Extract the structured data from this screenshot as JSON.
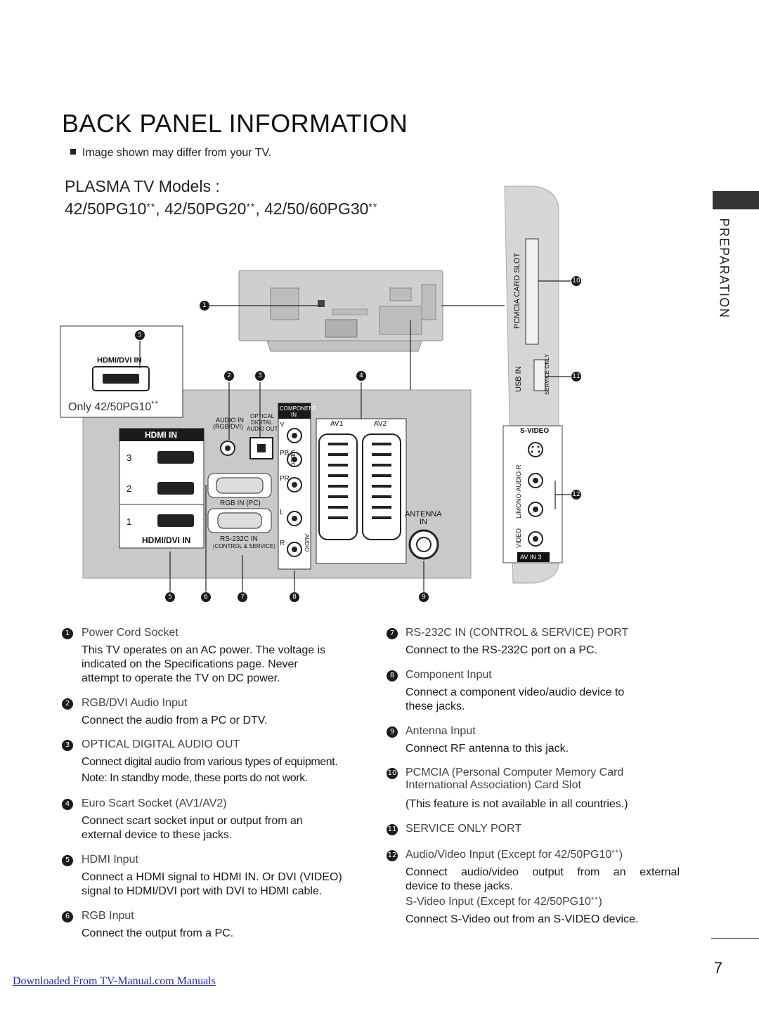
{
  "page_title": "BACK PANEL INFORMATION",
  "note": "Image shown may differ from your TV.",
  "models": {
    "line1": "PLASMA TV Models :",
    "line2_parts": [
      "42/50PG10",
      "**",
      ", 42/50PG20",
      "**",
      ", 42/50/60PG30",
      "**"
    ]
  },
  "side_label": "PREPARATION",
  "diagram": {
    "hdmi_dvi_in": "HDMI/DVI IN",
    "only_model": "Only 42/50PG10",
    "only_stars": "**",
    "hdmi_in": "HDMI IN",
    "hdmi_ports": [
      "3",
      "2",
      "1"
    ],
    "hdmi_dvi_in_bottom": "HDMI/DVI IN",
    "audio_in": "AUDIO IN",
    "rgb_dvi": "(RGB/DVI)",
    "optical": "OPTICAL",
    "digital": "DIGITAL",
    "audio_out": "AUDIO OUT",
    "component": "COMPONENT",
    "comp_in": "IN",
    "rgb_in": "RGB IN (PC)",
    "rs232": "RS-232C IN",
    "control_service": "(CONTROL & SERVICE)",
    "comp_y": "Y",
    "comp_pb": "PB",
    "comp_pr": "PR",
    "comp_l": "L",
    "comp_r": "R",
    "comp_video": "VIDEO",
    "comp_audio": "AUDIO",
    "av1": "AV1",
    "av2": "AV2",
    "antenna": "ANTENNA",
    "antenna_in": "IN",
    "pcmcia_slot": "PCMCIA CARD SLOT",
    "usb_in": "USB IN",
    "service_only": "SERVICE ONLY",
    "s_video": "S-VIDEO",
    "video": "VIDEO",
    "mono_audio": "L/MONO-AUDIO-R",
    "av_in3": "AV IN 3",
    "callouts": [
      "1",
      "2",
      "3",
      "4",
      "5",
      "6",
      "7",
      "8",
      "9",
      "10",
      "11",
      "12"
    ]
  },
  "descriptions_left": [
    {
      "num": "1",
      "head": "Power Cord Socket",
      "body": [
        "This TV operates on an AC power. The voltage is",
        "indicated on the Specifications page. Never",
        "attempt to operate the TV on DC power."
      ]
    },
    {
      "num": "2",
      "head": "RGB/DVI Audio Input",
      "body": [
        "Connect the audio from a PC or DTV."
      ]
    },
    {
      "num": "3",
      "head": "OPTICAL DIGITAL AUDIO OUT",
      "body": [
        "Connect digital audio from various types of equipment.",
        "Note: In standby mode, these ports do not work."
      ]
    },
    {
      "num": "4",
      "head": "Euro Scart Socket (AV1/AV2)",
      "body": [
        "Connect scart socket input or output from an",
        "external device to these jacks."
      ]
    },
    {
      "num": "5",
      "head": "HDMI Input",
      "body": [
        "Connect a HDMI signal to HDMI IN. Or DVI (VIDEO)",
        "signal to HDMI/DVI port with DVI to HDMI cable."
      ]
    },
    {
      "num": "6",
      "head": "RGB Input",
      "body": [
        "Connect the output from a PC."
      ]
    }
  ],
  "descriptions_right": [
    {
      "num": "7",
      "head": "RS-232C IN (CONTROL & SERVICE) PORT",
      "body": [
        "Connect to the RS-232C port on a PC."
      ]
    },
    {
      "num": "8",
      "head": "Component Input",
      "body": [
        "Connect a component video/audio device to",
        "these jacks."
      ]
    },
    {
      "num": "9",
      "head": "Antenna Input",
      "body": [
        "Connect RF antenna to this jack."
      ]
    },
    {
      "num": "10",
      "head": "PCMCIA (Personal Computer Memory Card",
      "head2": "International Association) Card Slot",
      "body": [
        "(This feature is not available in all countries.)"
      ]
    },
    {
      "num": "11",
      "head": "SERVICE ONLY PORT",
      "body": []
    },
    {
      "num": "12",
      "head": "Audio/Video Input (Except for 42/50PG10",
      "head_stars": "**",
      "head_end": ")",
      "body": [
        "Connect audio/video output from an external",
        "device to these jacks."
      ],
      "sub_head": "S-Video Input (Except for 42/50PG10",
      "sub_stars": "**",
      "sub_end": ")",
      "sub_body": "Connect S-Video out from an S-VIDEO device."
    }
  ],
  "page_number": "7",
  "footer": "Downloaded From TV-Manual.com Manuals"
}
